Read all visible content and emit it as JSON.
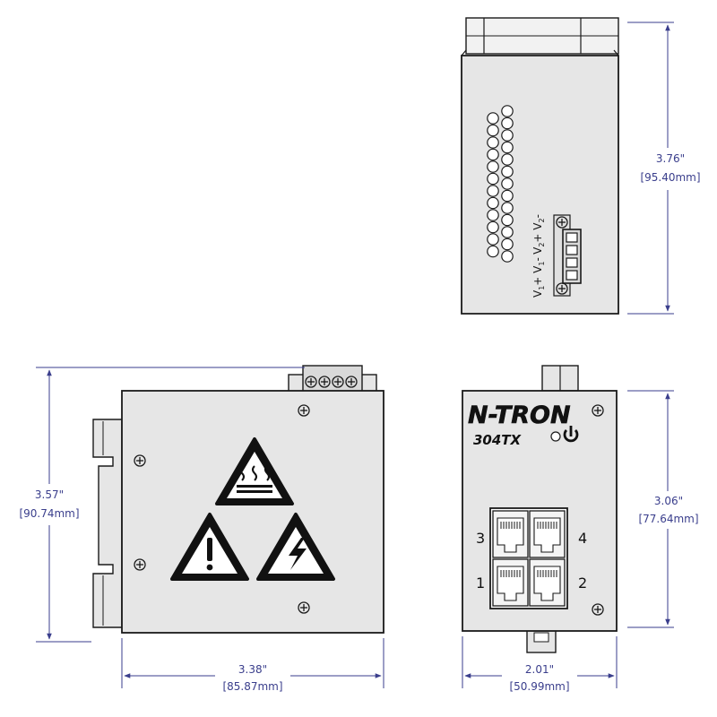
{
  "colors": {
    "dimension": "#3a3e8c",
    "outline": "#1a1a1a",
    "body_fill": "#e6e6e6",
    "terminal_fill": "#d9d9d9"
  },
  "dimensions": {
    "top_height": {
      "inches": "3.76\"",
      "mm": "[95.40mm]"
    },
    "side_height": {
      "inches": "3.57\"",
      "mm": "[90.74mm]"
    },
    "side_width": {
      "inches": "3.38\"",
      "mm": "[85.87mm]"
    },
    "front_height": {
      "inches": "3.06\"",
      "mm": "[77.64mm]"
    },
    "front_width": {
      "inches": "2.01\"",
      "mm": "[50.99mm]"
    }
  },
  "power_terminal": {
    "label_1": "V",
    "label_1_sub": "1",
    "label_1_sign": "+ V",
    "label_1_sub_b": "1",
    "label_1_tail": "-",
    "label_2": "V",
    "label_2_sub": "2",
    "label_2_sign": "+ V",
    "label_2_sub_b": "2",
    "label_2_tail": "-"
  },
  "front_panel": {
    "brand": "N-TRON",
    "model": "304TX",
    "power_icon": "power-icon",
    "ports": [
      "3",
      "4",
      "1",
      "2"
    ]
  },
  "warning_icons": [
    "hot-surface-icon",
    "caution-icon",
    "electric-shock-icon"
  ]
}
